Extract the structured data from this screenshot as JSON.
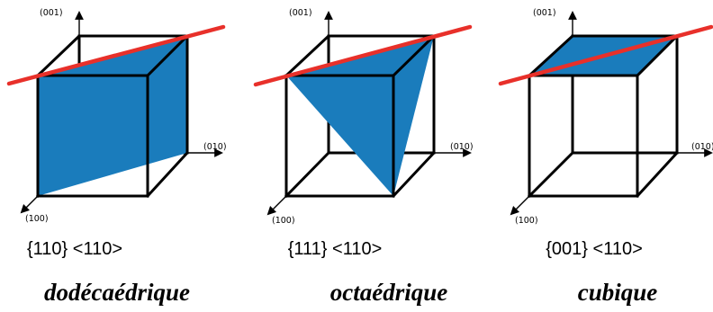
{
  "axes": {
    "z": "(001)",
    "y": "(010)",
    "x": "(100)"
  },
  "panels": [
    {
      "notation": "{110} <110>",
      "type": "dodécaédrique"
    },
    {
      "notation": "{111} <110>",
      "type": "octaédrique"
    },
    {
      "notation": "{001} <110>",
      "type": "cubique"
    }
  ],
  "colors": {
    "plane": "#1a7cbc",
    "line": "#e8302a",
    "edges": "#000000"
  }
}
